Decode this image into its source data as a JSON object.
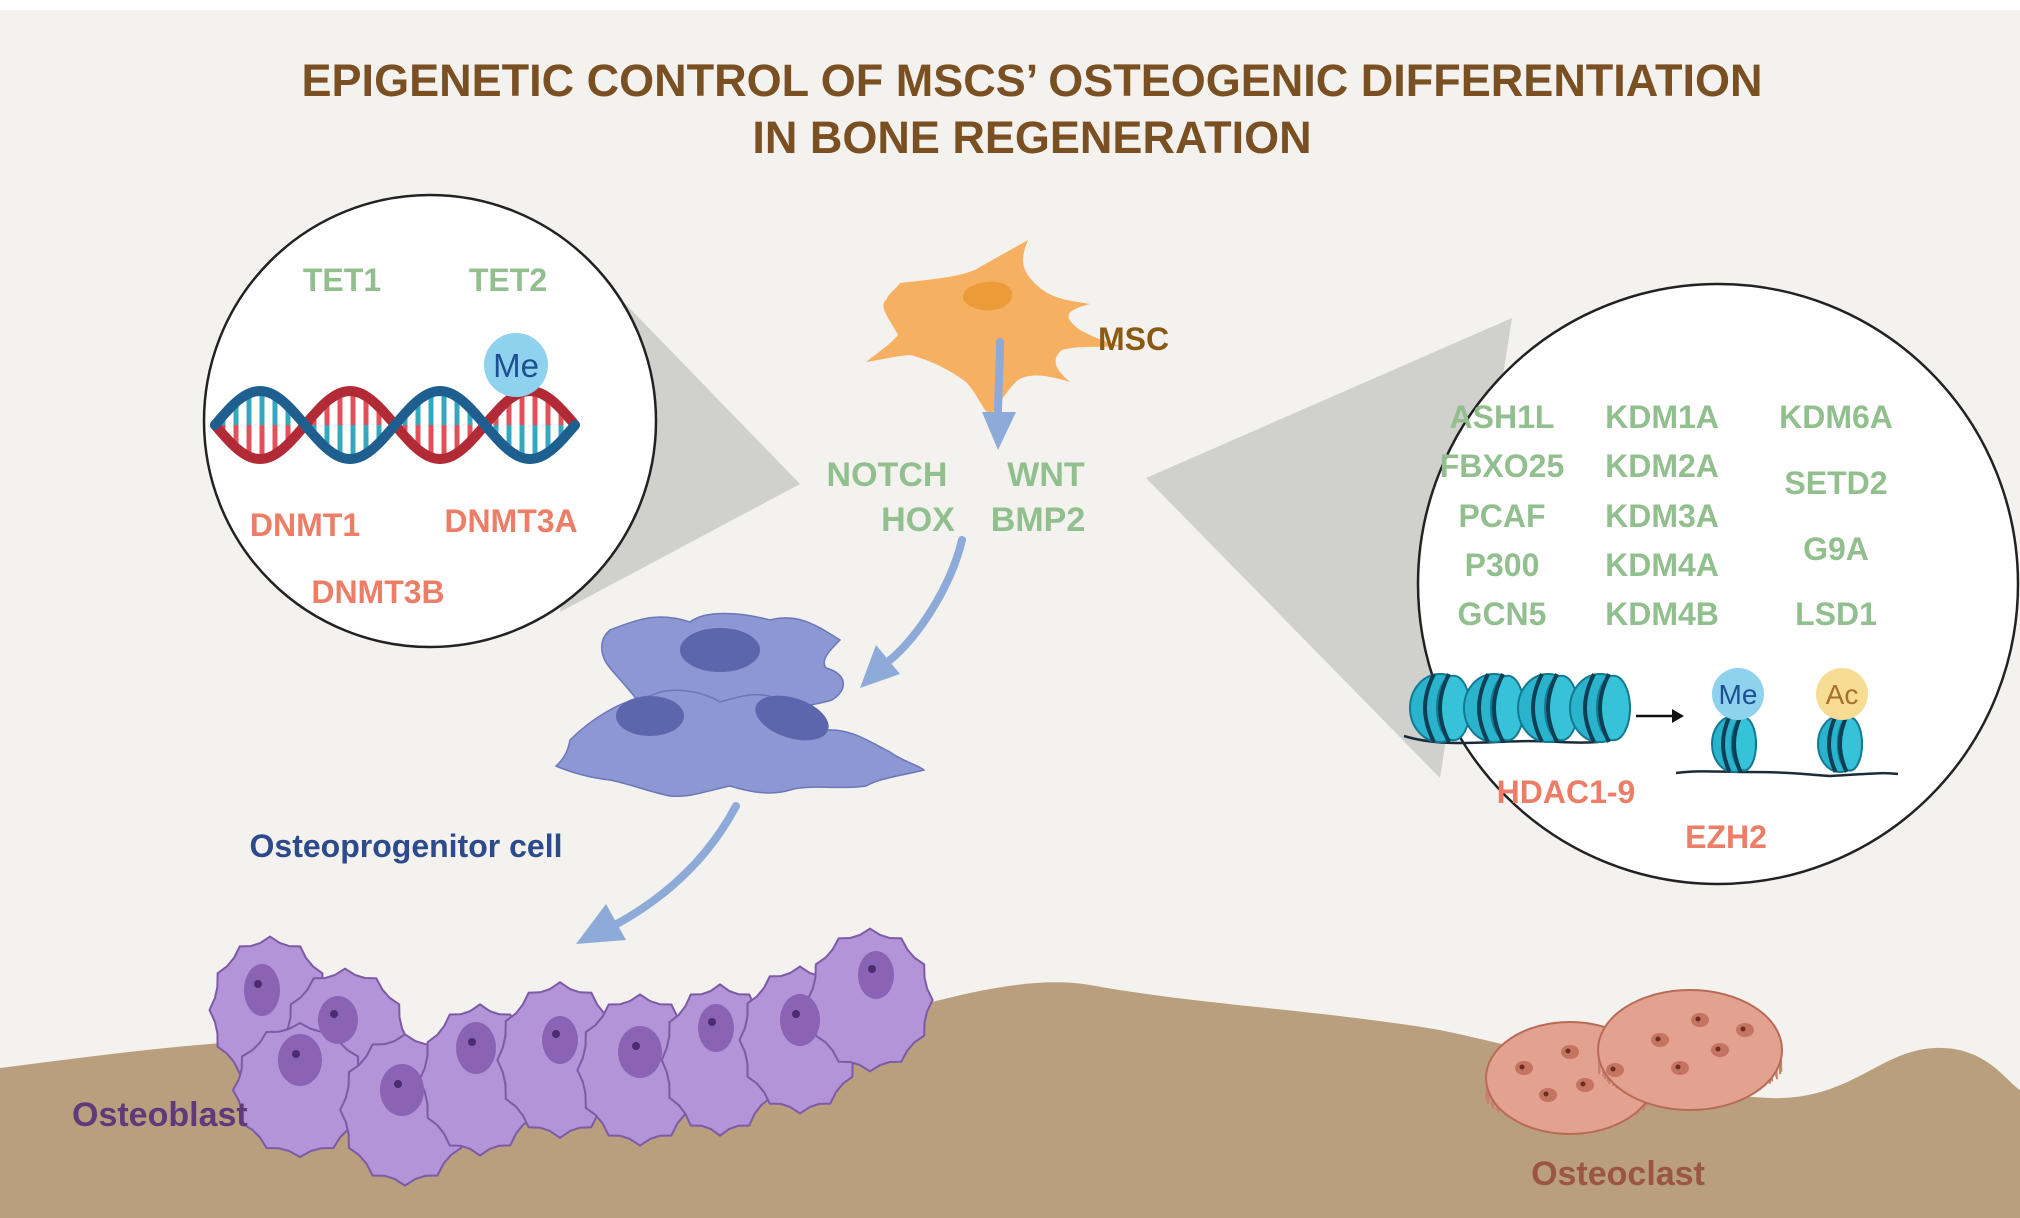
{
  "title": {
    "line1": "EPIGENETIC CONTROL OF MSCS’ OSTEOGENIC DIFFERENTIATION",
    "line2": "IN BONE REGENERATION"
  },
  "cells": {
    "msc": "MSC",
    "osteoprogenitor": "Osteoprogenitor cell",
    "osteoblast": "Osteoblast",
    "osteoclast": "Osteoclast"
  },
  "signaling": [
    "NOTCH",
    "WNT",
    "HOX",
    "BMP2"
  ],
  "dna_panel": {
    "demethylases": [
      "TET1",
      "TET2"
    ],
    "methyl_tag": "Me",
    "methyltransferases": [
      "DNMT1",
      "DNMT3A",
      "DNMT3B"
    ]
  },
  "histone_panel": {
    "col1": [
      "ASH1L",
      "FBXO25",
      "PCAF",
      "P300",
      "GCN5"
    ],
    "col2": [
      "KDM1A",
      "KDM2A",
      "KDM3A",
      "KDM4A",
      "KDM4B"
    ],
    "col3": [
      "KDM6A",
      "SETD2",
      "G9A",
      "LSD1"
    ],
    "methyl_tag": "Me",
    "acetyl_tag": "Ac",
    "repressors": [
      "HDAC1-9",
      "EZH2"
    ]
  },
  "colors": {
    "title": "#7a4f22",
    "green_label": "#92bf8e",
    "red_label": "#ec7d66",
    "msc_label": "#8a5a13",
    "progenitor_label": "#2c4a8c",
    "osteoblast_label": "#5e3a7a",
    "osteoclast_label": "#9a5640",
    "background": "#f3f2ef",
    "bone": "#b99f7e",
    "arrow": "#8eaad8"
  }
}
